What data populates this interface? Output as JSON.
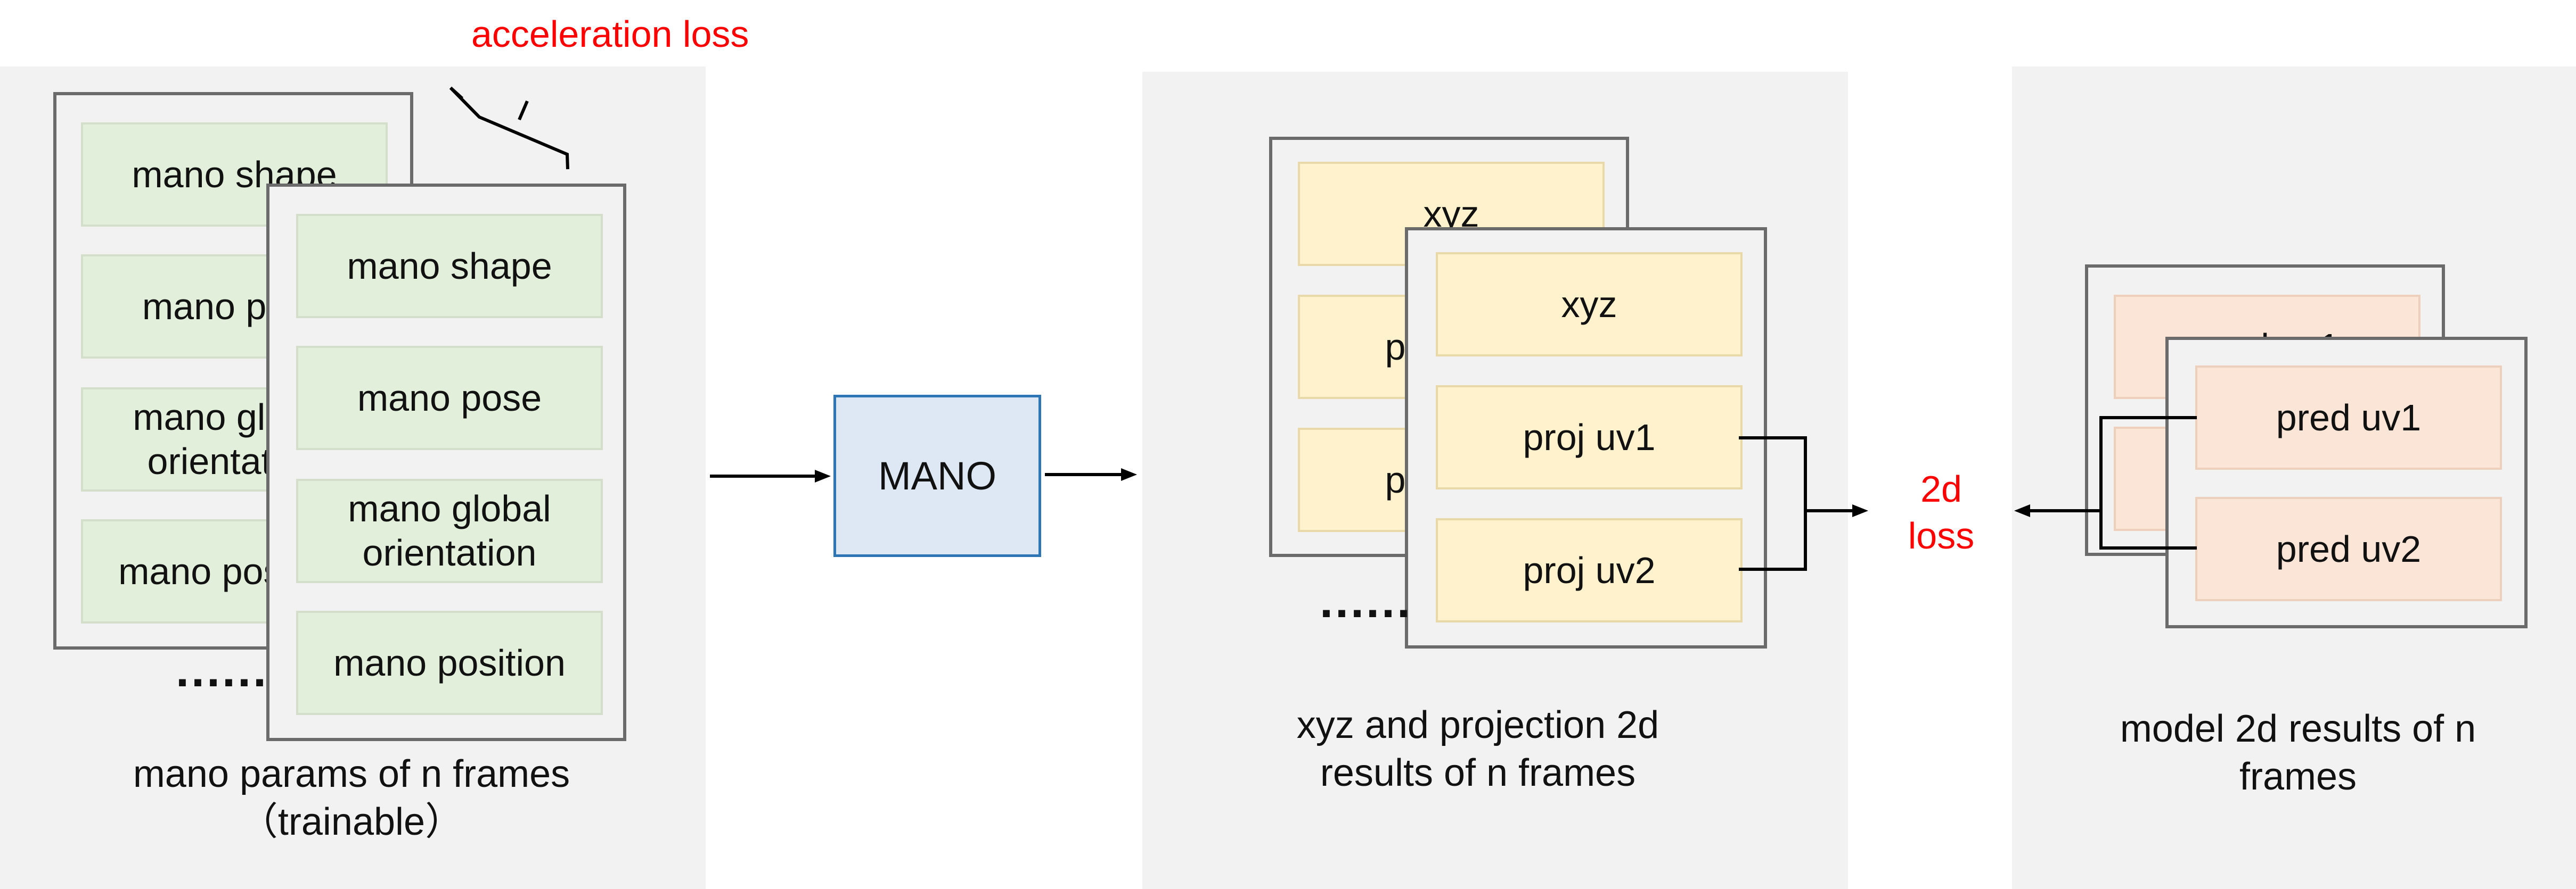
{
  "left": {
    "top_label": "acceleration loss",
    "back_frame": [
      "mano shape",
      "mano pose",
      "mano global\norientation",
      "mano position"
    ],
    "front_frame": [
      "mano shape",
      "mano pose",
      "mano global\norientation",
      "mano position"
    ],
    "ellipsis": "......",
    "caption": "mano params of n frames\n（trainable）"
  },
  "mano": {
    "label": "MANO"
  },
  "middle": {
    "back_frame": [
      "xyz",
      "proj uv1",
      "proj uv2"
    ],
    "front_frame": [
      "xyz",
      "proj uv1",
      "proj uv2"
    ],
    "ellipsis": "......",
    "caption": "xyz and projection 2d\nresults of n frames"
  },
  "loss": {
    "label": "2d\nloss"
  },
  "right": {
    "back_frame": [
      "pred uv1",
      "pred uv2"
    ],
    "front_frame": [
      "pred uv1",
      "pred uv2"
    ],
    "caption": "model 2d results of n\nframes"
  },
  "colors": {
    "loss_text": "#ff0000",
    "mano_fill": "#dde8f4",
    "mano_border": "#2e75b6"
  }
}
